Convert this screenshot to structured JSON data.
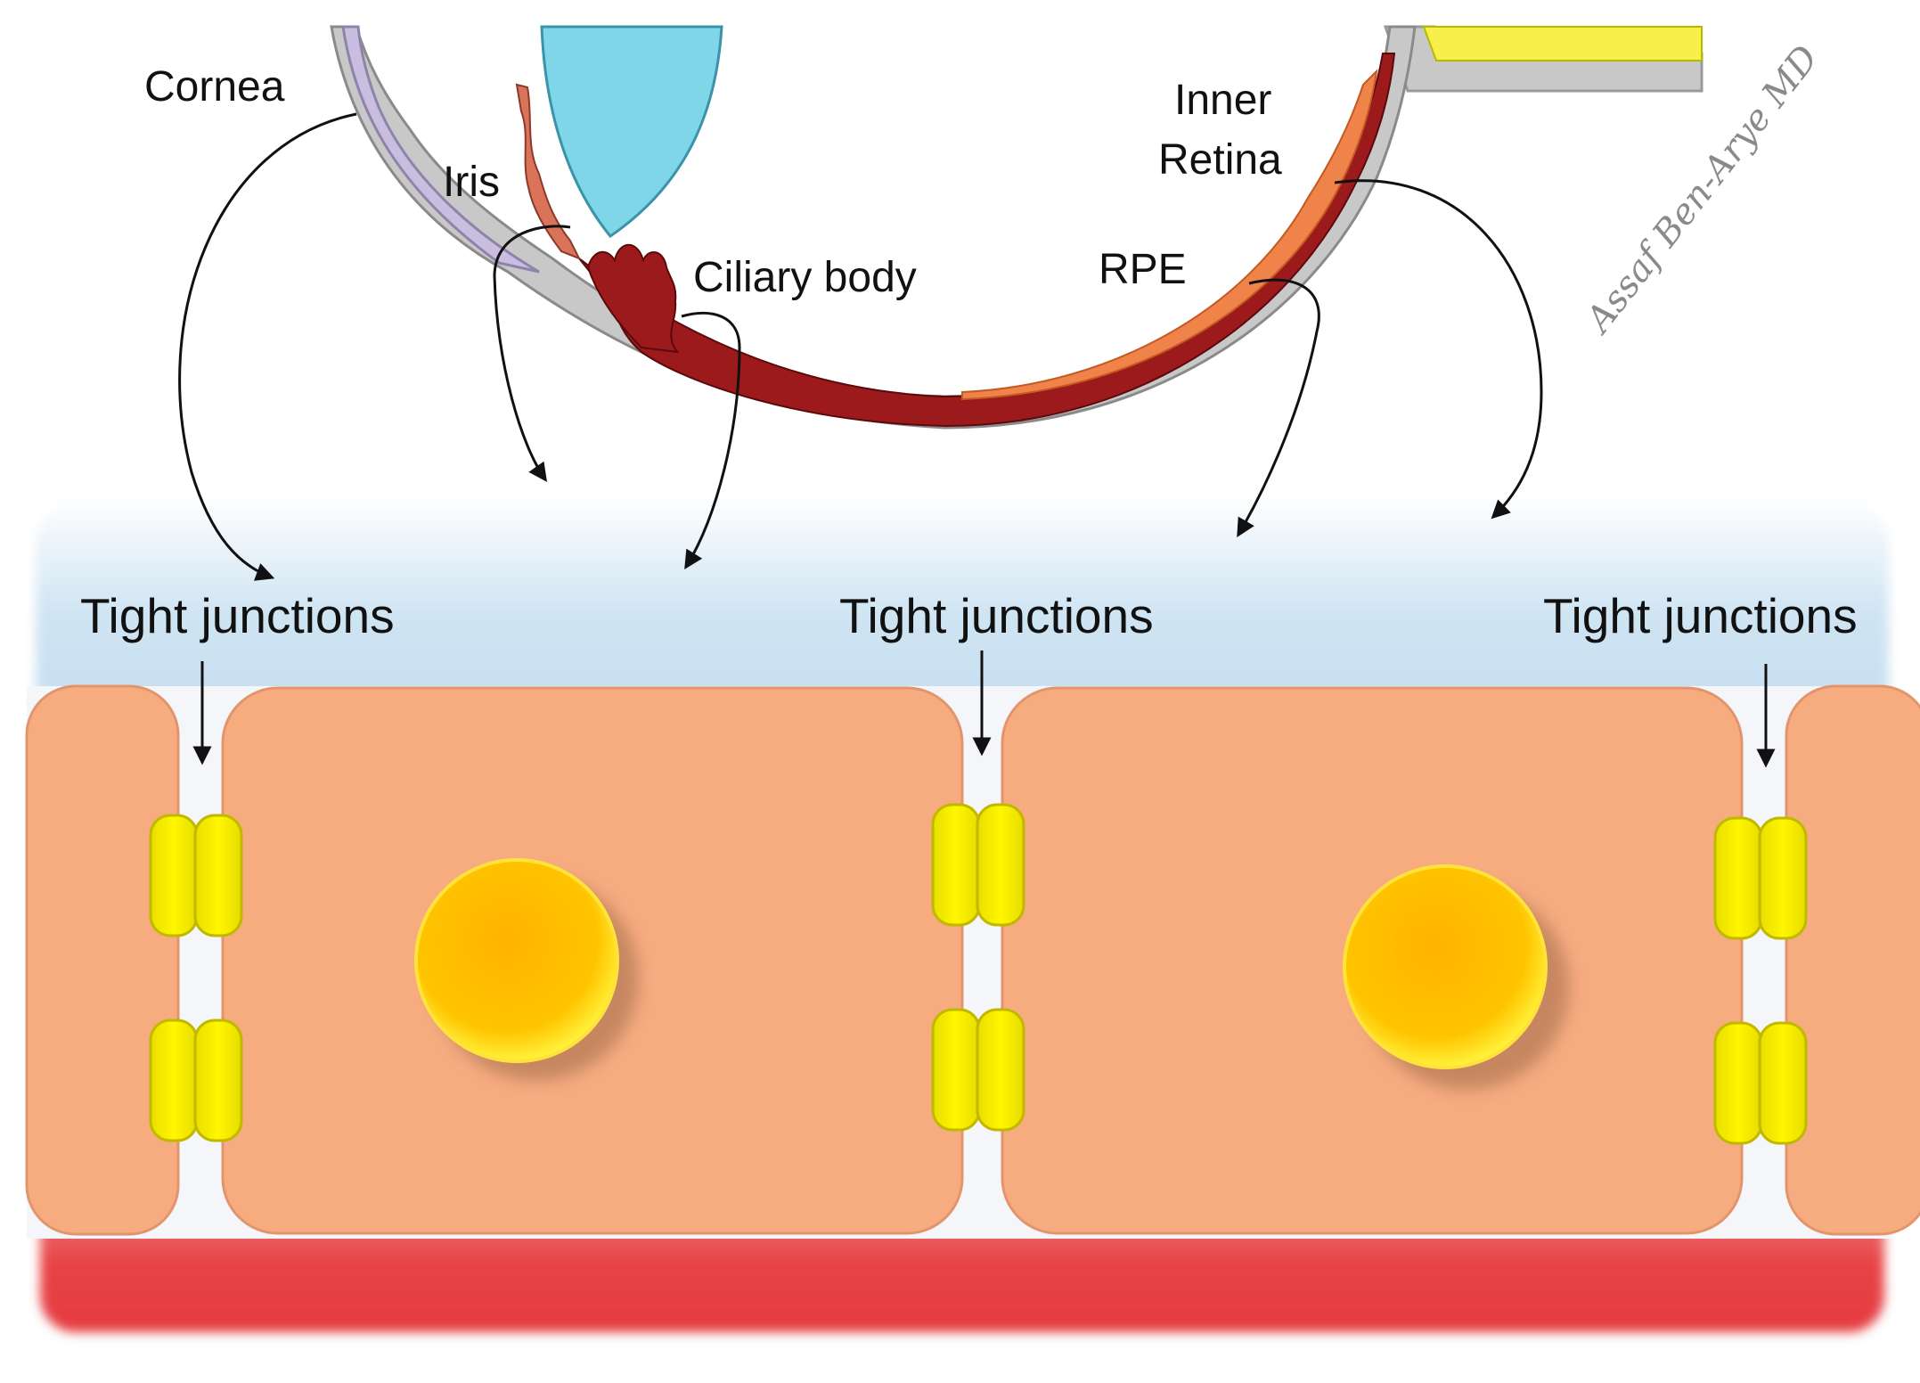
{
  "labels": {
    "cornea": "Cornea",
    "iris": "Iris",
    "ciliary_body": "Ciliary body",
    "inner_retina_line1": "Inner",
    "inner_retina_line2": "Retina",
    "rpe": "RPE",
    "tight_junctions_left": "Tight junctions",
    "tight_junctions_middle": "Tight junctions",
    "tight_junctions_right": "Tight junctions"
  },
  "signature": "Assaf Ben-Arye MD",
  "colors": {
    "sclera": "#c8c8c8",
    "cornea": "#c9bde0",
    "lens": "#7fd6e8",
    "choroid": "#9c1a1c",
    "retina": "#f0834a",
    "optic_nerve": "#f7f04a",
    "cell": "#f7ac80",
    "nucleus": "#ffc200",
    "tight_junction": "#fff200",
    "fluid": "#c7dff0",
    "blood": "#e94044"
  }
}
